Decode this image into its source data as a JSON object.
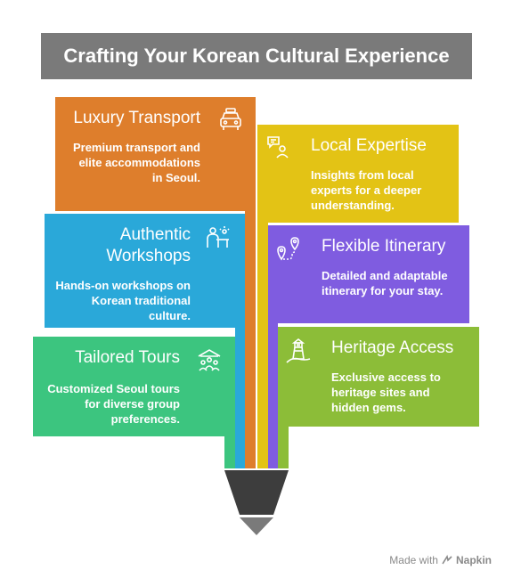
{
  "title": "Crafting Your Korean Cultural Experience",
  "colors": {
    "title_bg": "#7a7a7a",
    "luxury": "#de7e2c",
    "local": "#e3c315",
    "authentic": "#2aa8d9",
    "flexible": "#7f5ce0",
    "tailored": "#3cc57f",
    "heritage": "#8cbd38",
    "funnel_dark": "#3d3d3d",
    "funnel_light": "#7a7a7a"
  },
  "cards": {
    "luxury": {
      "heading": "Luxury Transport",
      "description": "Premium transport and elite accommodations in Seoul.",
      "icon": "taxi-icon"
    },
    "local": {
      "heading": "Local Expertise",
      "description": "Insights from local experts for a deeper understanding.",
      "icon": "guide-speech-icon"
    },
    "authentic": {
      "heading": "Authentic Workshops",
      "description": "Hands-on workshops on Korean traditional culture.",
      "icon": "workshop-icon"
    },
    "flexible": {
      "heading": "Flexible Itinerary",
      "description": "Detailed and adaptable itinerary for your stay.",
      "icon": "route-pins-icon"
    },
    "tailored": {
      "heading": "Tailored Tours",
      "description": "Customized Seoul tours for diverse group preferences.",
      "icon": "tour-group-icon"
    },
    "heritage": {
      "heading": "Heritage Access",
      "description": "Exclusive access to heritage sites and hidden gems.",
      "icon": "lighthouse-icon"
    }
  },
  "footer": {
    "prefix": "Made with",
    "brand": "Napkin"
  }
}
